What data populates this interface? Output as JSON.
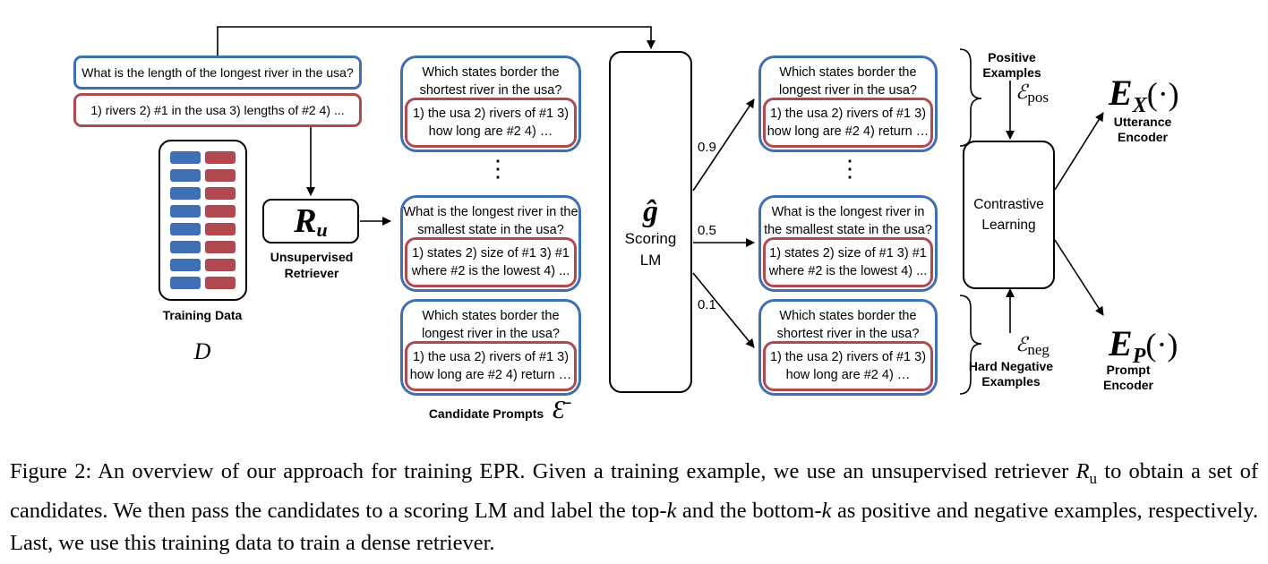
{
  "diagram": {
    "query": "What is the length of the longest river in the usa?",
    "query_decomposition": "1) rivers 2) #1 in the usa 3) lengths of #2 4) ...",
    "training_data": {
      "label": "Training Data",
      "symbol": "D"
    },
    "retriever": {
      "symbol": "R",
      "subscript": "u",
      "label": "Unsupervised Retriever"
    },
    "candidates_label": "Candidate Prompts",
    "candidates_symbol": "Ɛ̄",
    "candidates": [
      {
        "question": "Which states border the shortest river in the usa?",
        "decomposition": "1) the usa 2) rivers of #1 3) how long are #2 4) …"
      },
      {
        "question": "What is the longest river in the smallest state in the usa?",
        "decomposition": "1) states 2) size of #1 3) #1 where #2 is the lowest 4) ..."
      },
      {
        "question": "Which states border the longest river in the usa?",
        "decomposition": "1) the usa 2) rivers of #1 3) how long are #2 4) return …"
      }
    ],
    "scoring_lm": {
      "symbol": "ĝ",
      "label_line1": "Scoring",
      "label_line2": "LM"
    },
    "scores": [
      "0.9",
      "0.5",
      "0.1"
    ],
    "ranked": [
      {
        "question": "Which states border the longest river in the usa?",
        "decomposition": "1) the usa 2) rivers of #1 3) how long are #2 4) return …"
      },
      {
        "question": "What is the longest river in the smallest state in the usa?",
        "decomposition": "1) states 2) size of #1 3) #1 where #2 is the lowest 4) ..."
      },
      {
        "question": "Which states border the shortest river in the usa?",
        "decomposition": "1) the usa 2) rivers of #1 3) how long are #2 4) …"
      }
    ],
    "positive_label_line1": "Positive",
    "positive_label_line2": "Examples",
    "positive_symbol": "ℰ",
    "positive_sub": "pos",
    "negative_label_line1": "Hard Negative",
    "negative_label_line2": "Examples",
    "negative_symbol": "ℰ",
    "negative_sub": "neg",
    "contrastive_line1": "Contrastive",
    "contrastive_line2": "Learning",
    "encoder_x": {
      "symbol": "E",
      "subscript": "X",
      "args": "(·)",
      "label_line1": "Utterance",
      "label_line2": "Encoder"
    },
    "encoder_p": {
      "symbol": "E",
      "subscript": "P",
      "args": "(·)",
      "label_line1": "Prompt",
      "label_line2": "Encoder"
    },
    "colors": {
      "blue": "#3f6fb5",
      "red": "#b04a50"
    }
  },
  "caption": {
    "prefix": "Figure 2:  An overview of our approach for training EPR. Given a training example, we use an unsupervised retriever ",
    "r_symbol": "R",
    "r_sub": "u",
    "middle": " to obtain a set of candidates. We then pass the candidates to a scoring LM and label the top-",
    "k1": "k",
    "middle2": " and the bottom-",
    "k2": "k",
    "suffix": " as positive and negative examples, respectively. Last, we use this training data to train a dense retriever."
  }
}
